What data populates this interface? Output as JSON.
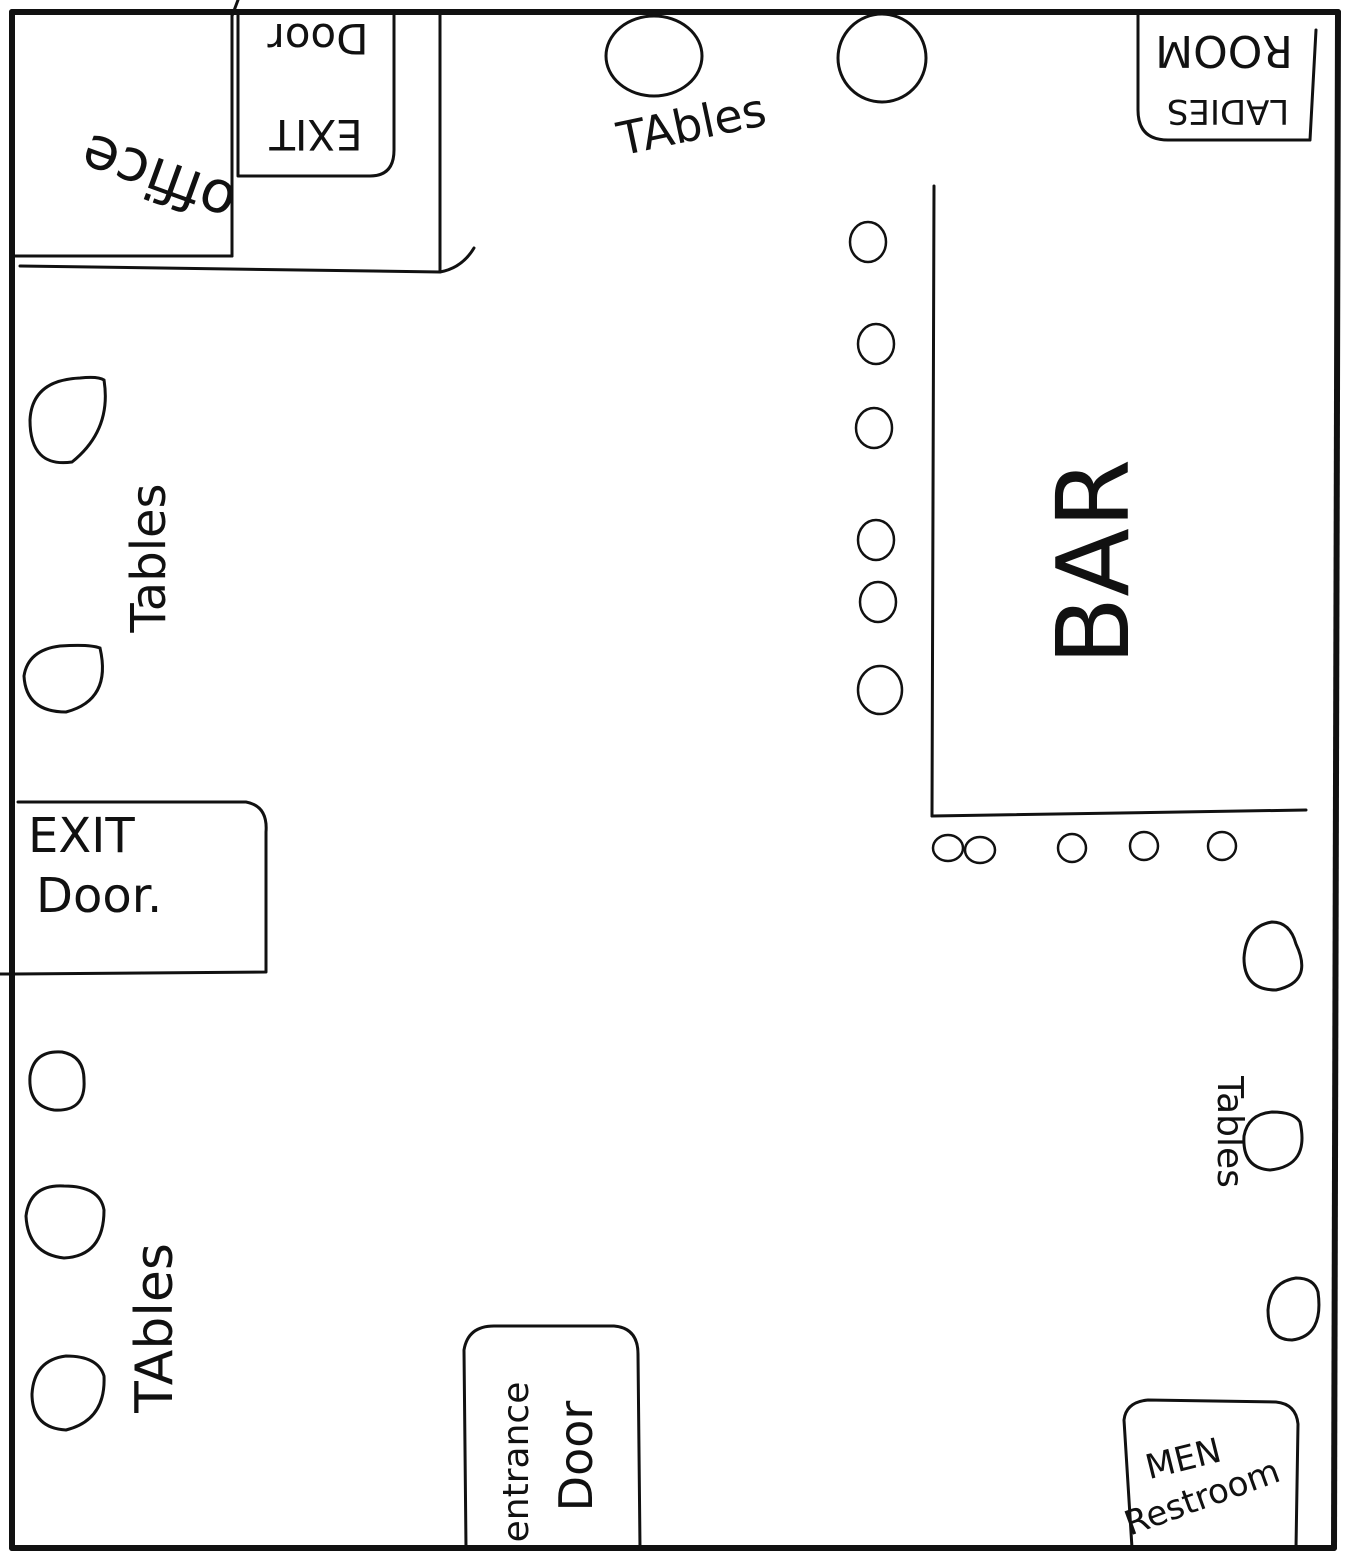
{
  "labels": {
    "office": "office",
    "exit_door_top_1": "EXIT",
    "exit_door_top_2": "Door",
    "tables_top": "TAbles",
    "ladies_room_1": "LADIES",
    "ladies_room_2": "ROOM",
    "tables_left_upper": "Tables",
    "bar": "BAR",
    "exit_door_left_1": "EXIT",
    "exit_door_left_2": "Door.",
    "tables_right": "Tables",
    "tables_left_lower": "TAbles",
    "entrance_door_1": "entrance",
    "entrance_door_2": "Door",
    "men_restroom_1": "MEN",
    "men_restroom_2": "Restroom"
  },
  "stroke_color": "#111111",
  "background_color": "#ffffff"
}
